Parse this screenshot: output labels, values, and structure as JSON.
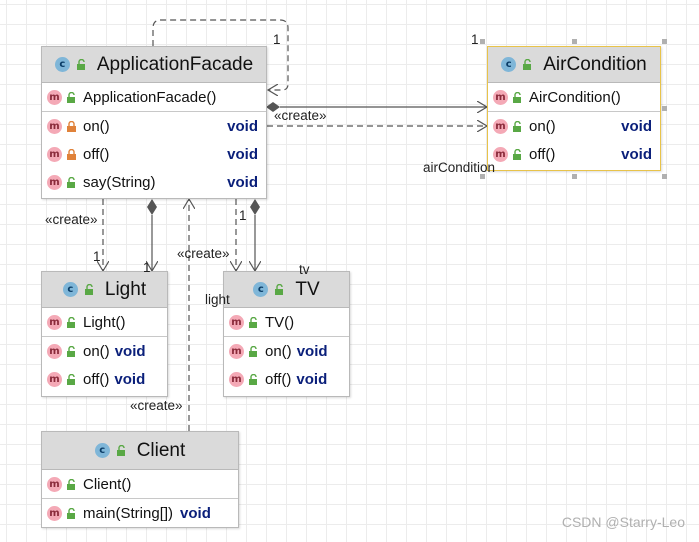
{
  "classes": {
    "application_facade": {
      "name": "ApplicationFacade",
      "members": [
        {
          "name": "ApplicationFacade()",
          "ret": "",
          "visibility": "public"
        },
        {
          "name": "on()",
          "ret": "void",
          "visibility": "private"
        },
        {
          "name": "off()",
          "ret": "void",
          "visibility": "private"
        },
        {
          "name": "say(String)",
          "ret": "void",
          "visibility": "public"
        }
      ]
    },
    "air_condition": {
      "name": "AirCondition",
      "members": [
        {
          "name": "AirCondition()",
          "ret": "",
          "visibility": "public"
        },
        {
          "name": "on()",
          "ret": "void",
          "visibility": "public"
        },
        {
          "name": "off()",
          "ret": "void",
          "visibility": "public"
        }
      ]
    },
    "light": {
      "name": "Light",
      "members": [
        {
          "name": "Light()",
          "ret": "",
          "visibility": "public"
        },
        {
          "name": "on()",
          "ret": "void",
          "visibility": "public"
        },
        {
          "name": "off()",
          "ret": "void",
          "visibility": "public"
        }
      ]
    },
    "tv": {
      "name": "TV",
      "members": [
        {
          "name": "TV()",
          "ret": "",
          "visibility": "public"
        },
        {
          "name": "on()",
          "ret": "void",
          "visibility": "public"
        },
        {
          "name": "off()",
          "ret": "void",
          "visibility": "public"
        }
      ]
    },
    "client": {
      "name": "Client",
      "members": [
        {
          "name": "Client()",
          "ret": "",
          "visibility": "public"
        },
        {
          "name": "main(String[])",
          "ret": "void",
          "visibility": "public"
        }
      ]
    }
  },
  "labels": {
    "self_multiplicity": "1",
    "create_air": "«create»",
    "air_multiplicity": "1",
    "air_role": "airCondition",
    "create_light": "«create»",
    "light_multiplicity_a": "1",
    "light_multiplicity_b": "1",
    "light_role": "light",
    "create_tv": "«create»",
    "tv_multiplicity": "1",
    "tv_role": "tv",
    "create_client": "«create»"
  },
  "watermark": "CSDN @Starry-Leo",
  "colors": {
    "selection_border": "#e8c34a",
    "header_bg": "#dadada",
    "return_type": "#0a1f7a",
    "class_icon": "#7fb6d8",
    "method_icon": "#f4a9b6",
    "public_lock": "#59a845",
    "private_lock": "#e0823a"
  }
}
